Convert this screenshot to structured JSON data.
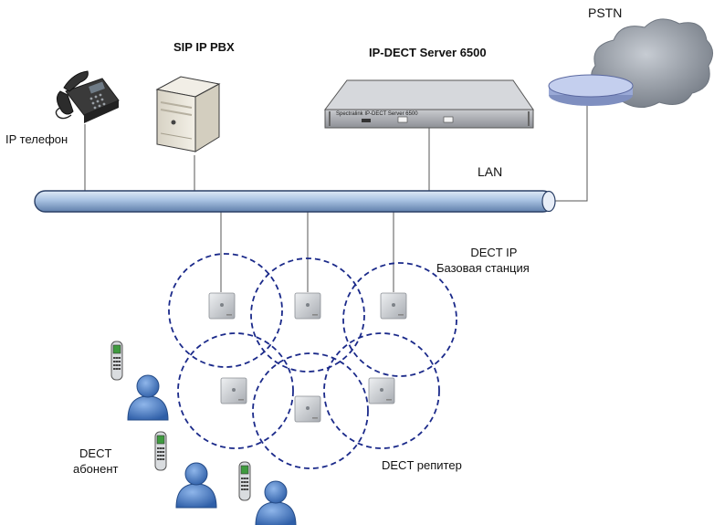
{
  "labels": {
    "pstn": "PSTN",
    "sip_pbx": "SIP IP PBX",
    "dect_server": "IP-DECT Server 6500",
    "server_front_text": "Spectralink IP-DECT Server 6500",
    "ip_phone": "IP телефон",
    "lan": "LAN",
    "base_station_line1": "DECT IP",
    "base_station_line2": "Базовая станция",
    "subscriber_line1": "DECT",
    "subscriber_line2": "абонент",
    "repeater": "DECT репитер"
  },
  "colors": {
    "lan_tube": "#9fb8d8",
    "lan_tube_edge": "#2a3f66",
    "coverage_ring": "#1b2a8a",
    "person": "#4a7fc8",
    "cloud": "#8f96a0",
    "router_disc": "#b9c6e6",
    "line": "#555555"
  },
  "icons": {
    "ip_phone": "desk-phone-icon",
    "pbx": "tower-server-icon",
    "dect_server": "rack-server-icon",
    "pstn_cloud": "cloud-icon",
    "router": "router-disc-icon",
    "base_station": "base-station-icon",
    "handset": "dect-handset-icon",
    "subscriber": "person-icon"
  }
}
